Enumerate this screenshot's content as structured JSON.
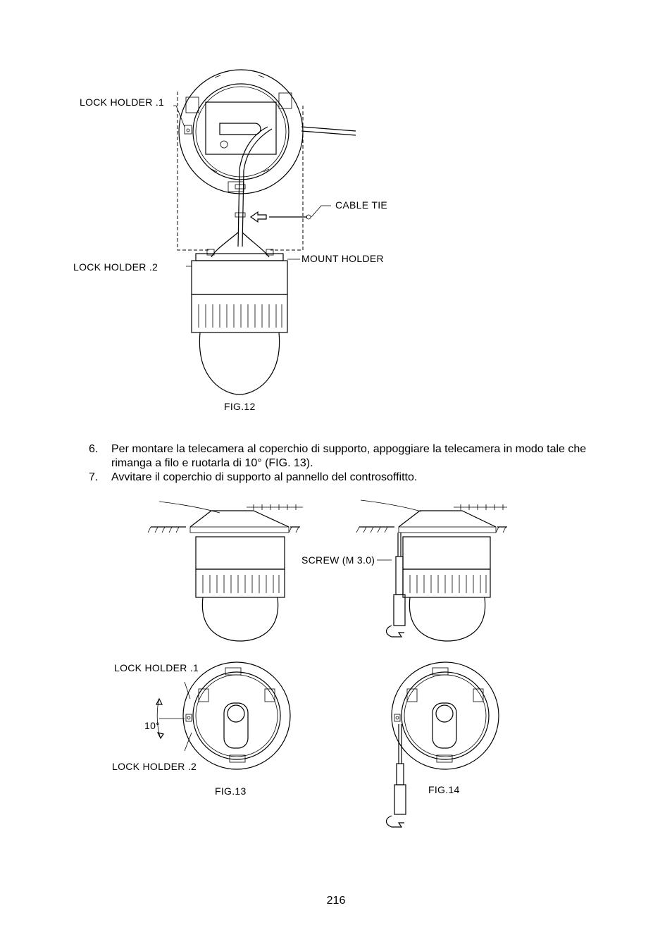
{
  "fig12": {
    "lock_holder_1": "LOCK HOLDER .1",
    "cable_tie": "CABLE TIE",
    "lock_holder_2": "LOCK HOLDER .2",
    "mount_holder": "MOUNT HOLDER",
    "caption": "FIG.12"
  },
  "steps": [
    {
      "num": "6.",
      "text": "Per montare la telecamera al coperchio di supporto, appoggiare la telecamera in modo tale che rimanga a filo e ruotarla di 10° (FIG. 13)."
    },
    {
      "num": "7.",
      "text": "Avvitare il coperchio di supporto al pannello del controsoffitto."
    }
  ],
  "fig13": {
    "lock_holder_1": "LOCK HOLDER .1",
    "angle": "10°",
    "lock_holder_2": "LOCK HOLDER .2",
    "caption": "FIG.13"
  },
  "fig14": {
    "screw": "SCREW (M 3.0)",
    "caption": "FIG.14"
  },
  "page_number": "216"
}
